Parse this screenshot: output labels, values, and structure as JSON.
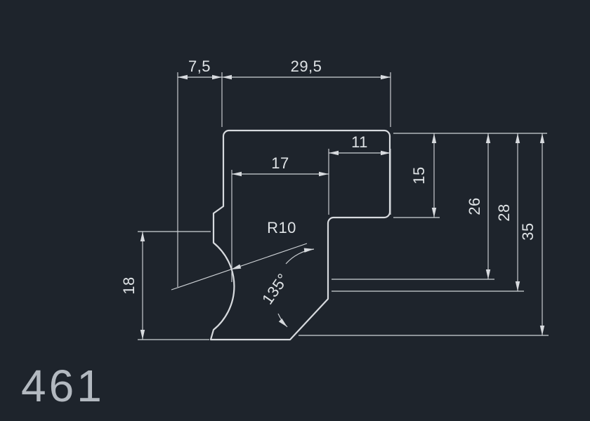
{
  "part": {
    "number": "461"
  },
  "dimensions": {
    "d7_5": "7,5",
    "d29_5": "29,5",
    "d11": "11",
    "d17": "17",
    "d15": "15",
    "d26": "26",
    "d28": "28",
    "d35": "35",
    "d18": "18",
    "r10": "R10",
    "a135": "135°"
  },
  "colors": {
    "background": "#1e242c",
    "line": "#d7dade",
    "text": "#dfe3e6",
    "part_label": "#b3b9c0"
  }
}
